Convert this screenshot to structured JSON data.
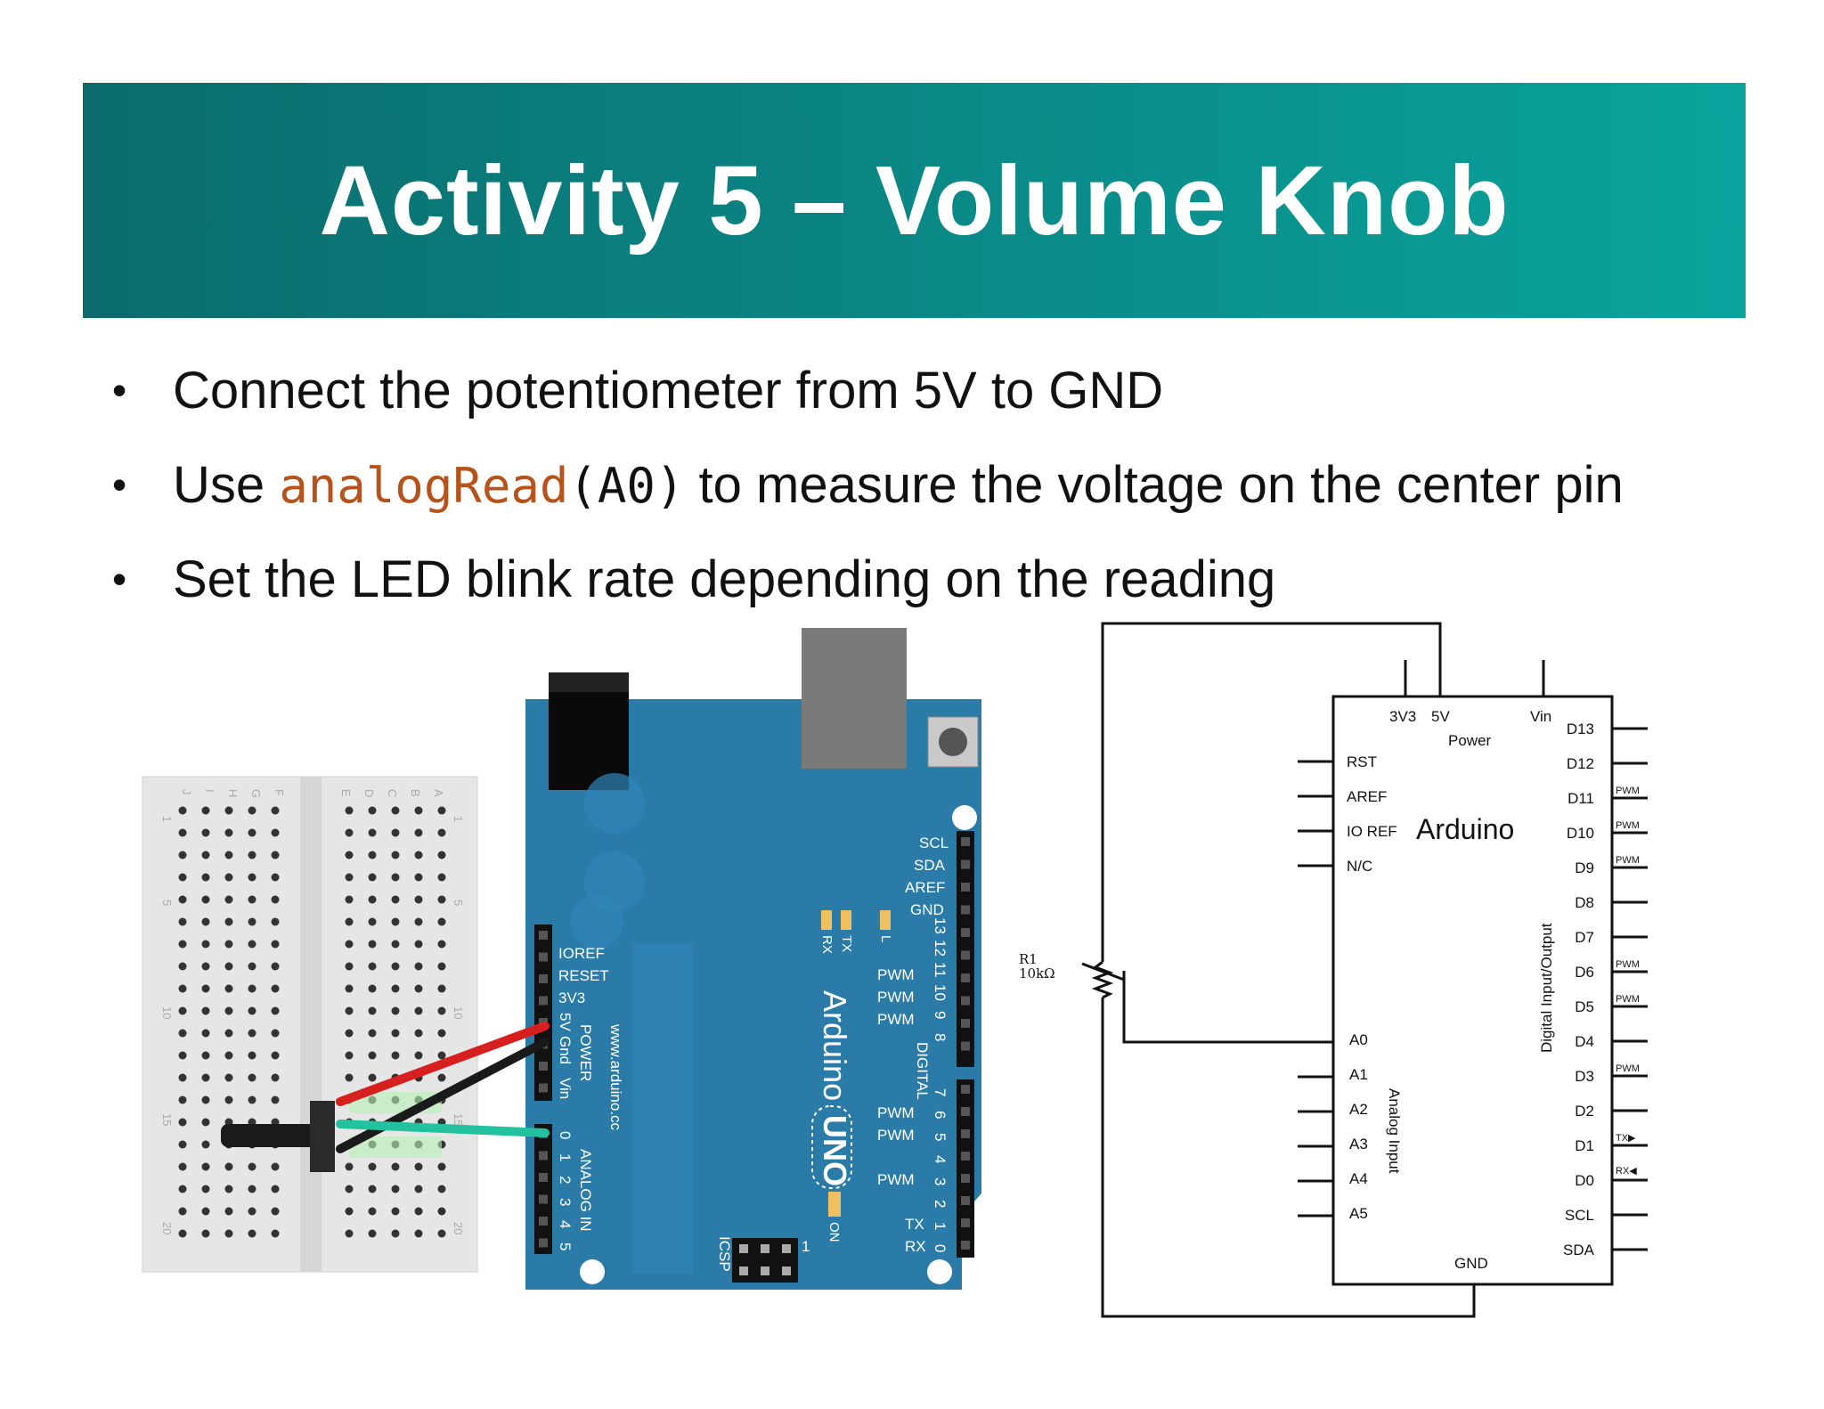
{
  "slide": {
    "title": "Activity 5 – Volume Knob",
    "bullets": {
      "b1": "Connect the potentiometer from 5V to GND",
      "b2_prefix": "Use ",
      "b2_code_fn": "analogRead",
      "b2_code_arg": "(A0)",
      "b2_suffix": " to measure the voltage on the center pin",
      "b3": "Set the LED blink rate depending on the reading"
    },
    "bullet_char": "•"
  },
  "breadboard": {
    "row_labels": {
      "r1": "1",
      "r5": "5",
      "r10": "10",
      "r15": "15",
      "r20": "20"
    },
    "col_labels": {
      "j": "J",
      "i": "I",
      "h": "H",
      "g": "G",
      "f": "F",
      "e": "E",
      "d": "D",
      "c": "C",
      "b": "B",
      "a": "A"
    }
  },
  "arduino_board": {
    "power_labels": {
      "ioref": "IOREF",
      "reset": "RESET",
      "v33": "3V3",
      "v5": "5V",
      "gnd": "Gnd",
      "vin": "Vin"
    },
    "power_group": "POWER",
    "analog_group": "ANALOG IN",
    "analog_numbers": {
      "a0": "0",
      "a1": "1",
      "a2": "2",
      "a3": "3",
      "a4": "4",
      "a5": "5"
    },
    "website": "www.arduino.cc",
    "brand": "Arduino",
    "model": "UNO",
    "top_header": {
      "scl": "SCL",
      "sda": "SDA",
      "aref": "AREF",
      "gnd": "GND"
    },
    "digital_label": "DIGITAL",
    "digital_numbers": {
      "d13": "13",
      "d12": "12",
      "d11": "11",
      "d10": "10",
      "d9": "9",
      "d8": "8",
      "d7": "7",
      "d6": "6",
      "d5": "5",
      "d4": "4",
      "d3": "3",
      "d2": "2",
      "d1": "1",
      "d0": "0"
    },
    "pwm": "PWM",
    "tx_pin": "TX",
    "rx_pin": "RX",
    "led_tx": "TX",
    "led_rx": "RX",
    "led_l": "L",
    "led_on": "ON",
    "icsp": "ICSP",
    "icsp_pin1": "1",
    "colors": {
      "board": "#2a7ba8",
      "wire_red": "#d81f1f",
      "wire_black": "#1a1a1a",
      "wire_green": "#22c2a0"
    }
  },
  "schematic": {
    "resistor": {
      "name": "R1",
      "value": "10kΩ"
    },
    "chip_name": "Arduino",
    "power_labels": {
      "v33": "3V3",
      "v5": "5V",
      "vin": "Vin",
      "power": "Power"
    },
    "left_pins_top": {
      "rst": "RST",
      "aref": "AREF",
      "ioref": "IO REF",
      "nc": "N/C"
    },
    "analog_pins": {
      "a0": "A0",
      "a1": "A1",
      "a2": "A2",
      "a3": "A3",
      "a4": "A4",
      "a5": "A5"
    },
    "analog_group": "Analog Input",
    "digital_group": "Digital Input/Output",
    "right_pins": {
      "d13": "D13",
      "d12": "D12",
      "d11": "D11",
      "d10": "D10",
      "d9": "D9",
      "d8": "D8",
      "d7": "D7",
      "d6": "D6",
      "d5": "D5",
      "d4": "D4",
      "d3": "D3",
      "d2": "D2",
      "d1": "D1",
      "d0": "D0",
      "scl": "SCL",
      "sda": "SDA"
    },
    "pwm_tag": "PWM",
    "tx_tag": "TX▶",
    "rx_tag": "RX◀",
    "gnd": "GND"
  }
}
